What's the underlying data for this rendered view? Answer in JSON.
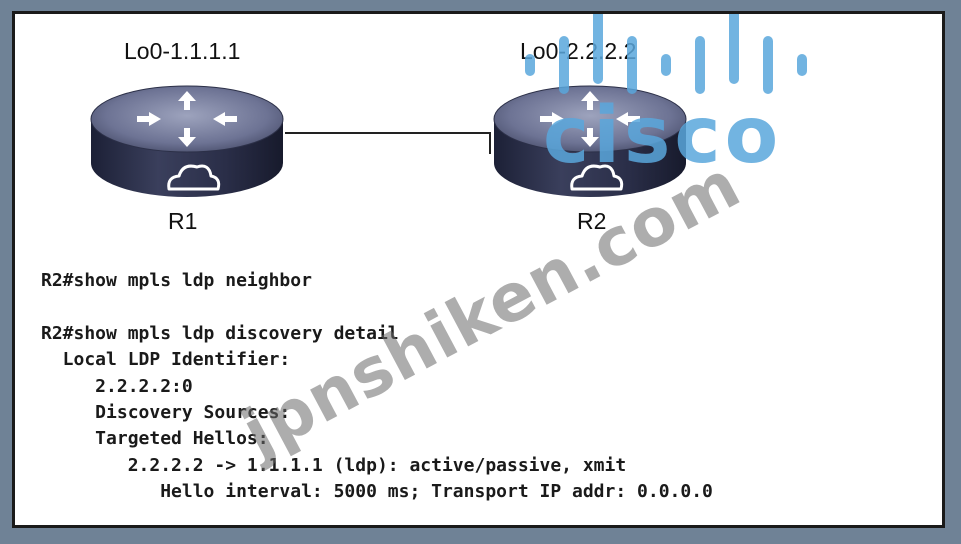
{
  "routers": [
    {
      "name": "R1",
      "loopback": "Lo0-1.1.1.1"
    },
    {
      "name": "R2",
      "loopback": "Lo0-2.2.2.2"
    }
  ],
  "cli": [
    "R2#show mpls ldp neighbor",
    "",
    "R2#show mpls ldp discovery detail",
    "  Local LDP Identifier:",
    "     2.2.2.2:0",
    "     Discovery Sources:",
    "     Targeted Hellos:",
    "        2.2.2.2 -> 1.1.1.1 (ldp): active/passive, xmit",
    "           Hello interval: 5000 ms; Transport IP addr: 0.0.0.0"
  ],
  "watermark": {
    "text": "jpnshiken.com",
    "logo_text": "cisco",
    "color": "#5aa7dc"
  }
}
